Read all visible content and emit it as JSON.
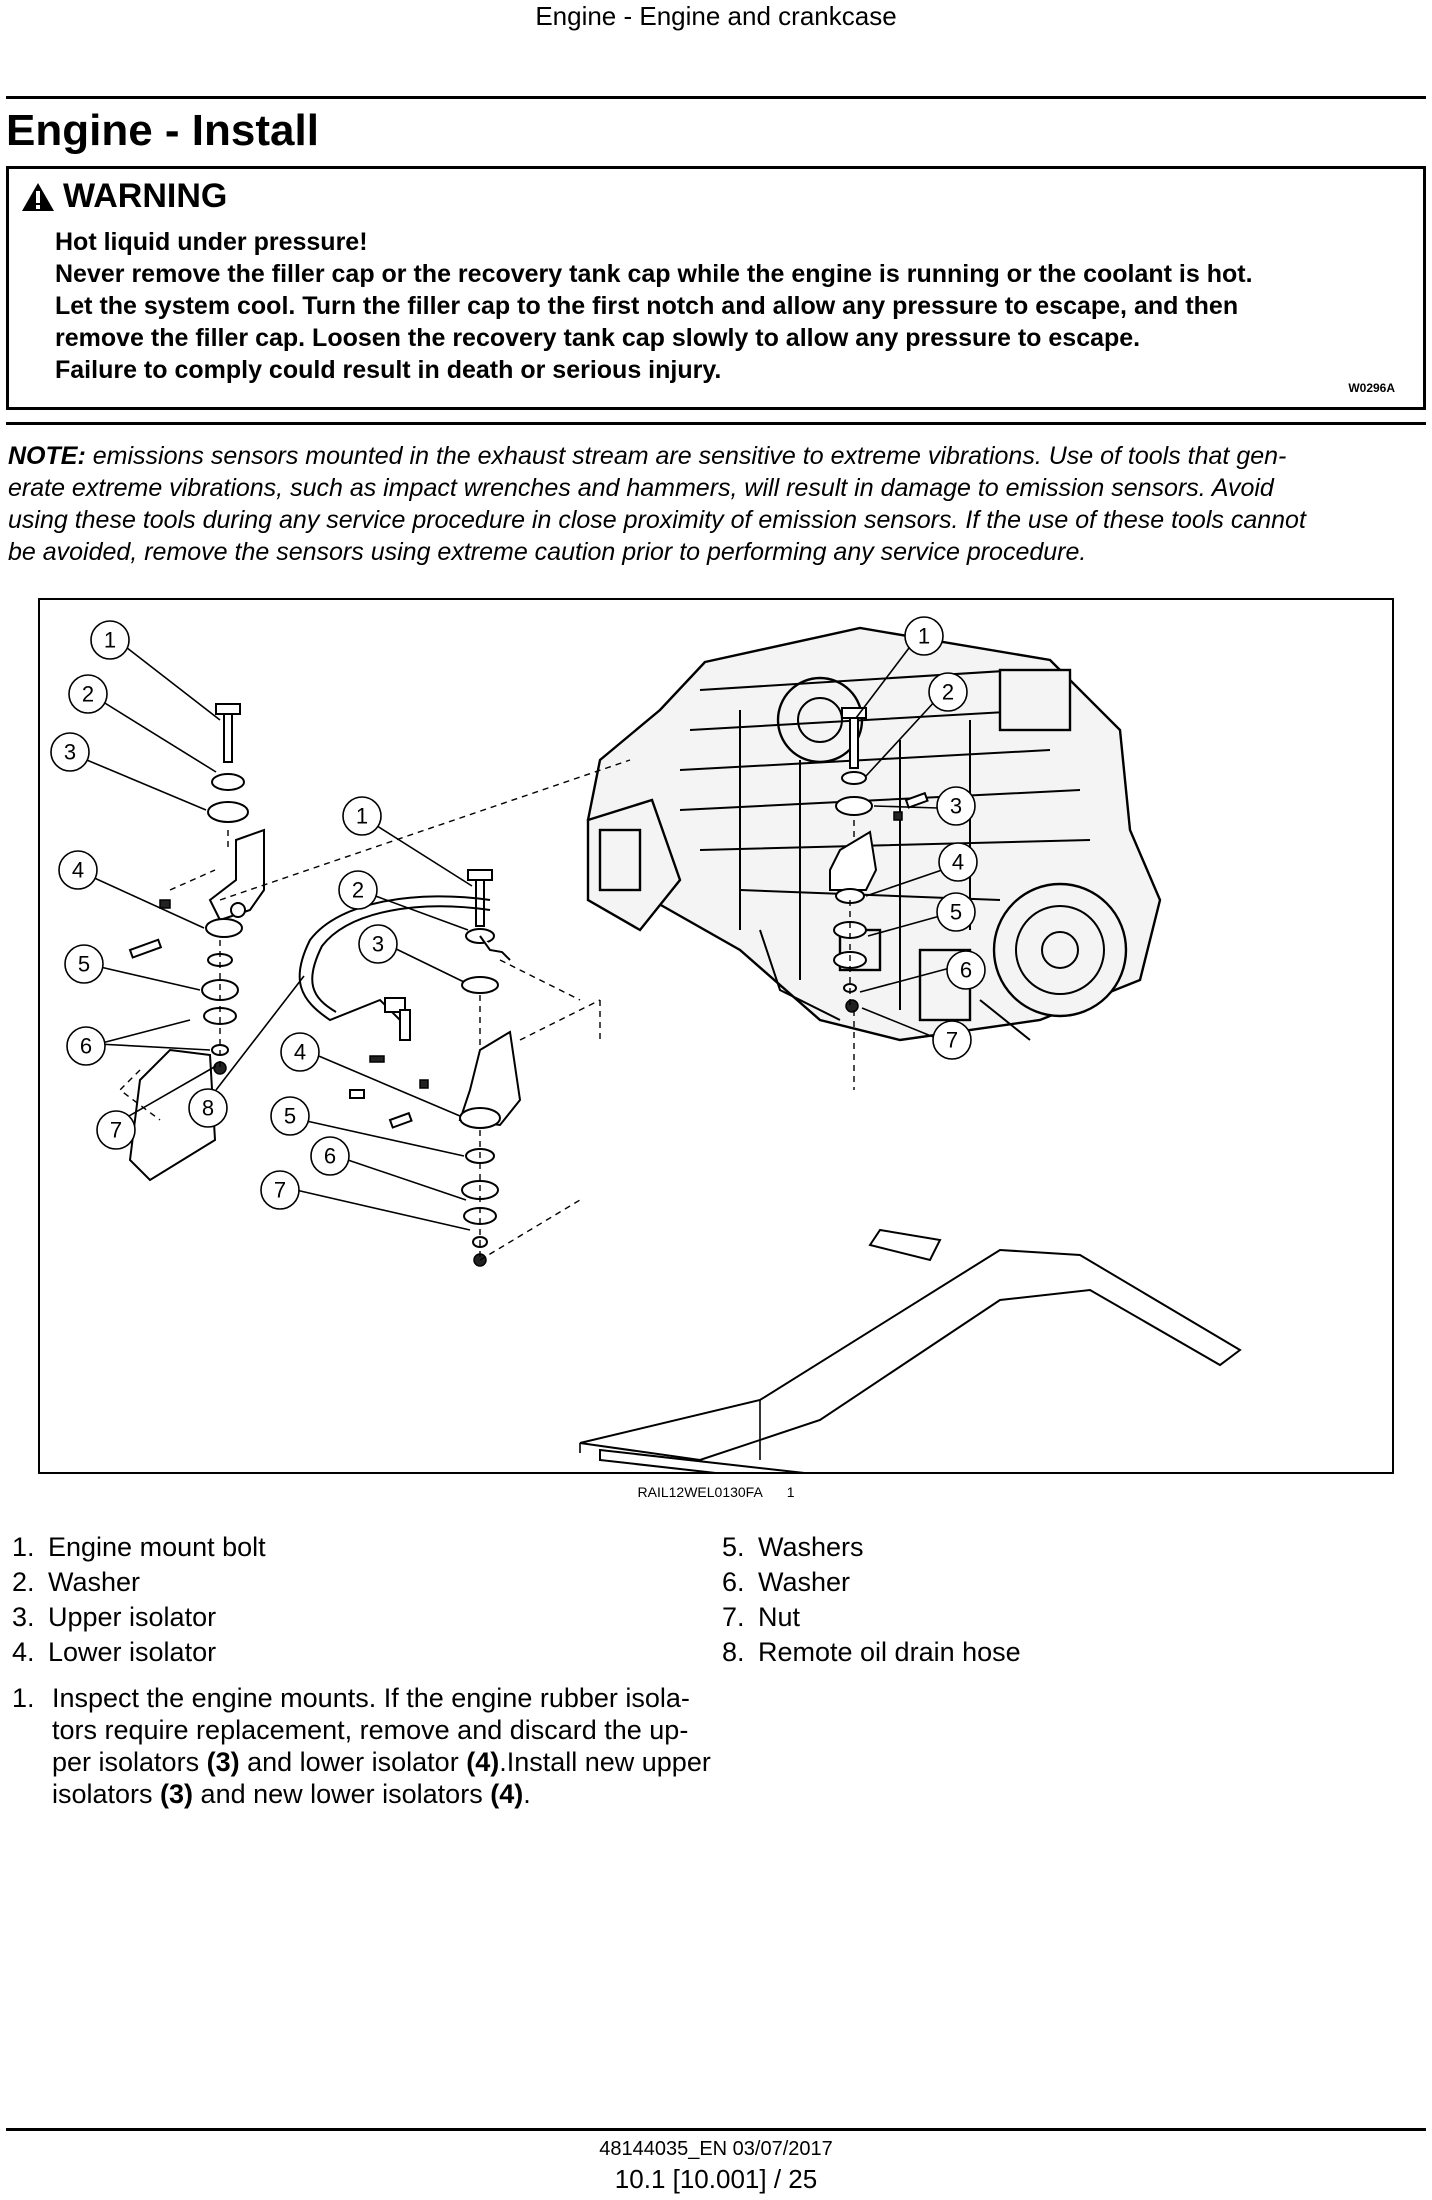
{
  "header": {
    "running_title": "Engine - Engine and crankcase",
    "page_title": "Engine - Install"
  },
  "warning": {
    "heading": "WARNING",
    "lines": [
      "Hot liquid under pressure!",
      "Never remove the filler cap or the recovery tank cap while the engine is running or the coolant is hot.",
      "Let the system cool. Turn the filler cap to the first notch and allow any pressure to escape, and then",
      "remove the filler cap. Loosen the recovery tank cap slowly to allow any pressure to escape.",
      "Failure to comply could result in death or serious injury."
    ],
    "code": "W0296A"
  },
  "note": {
    "label": "NOTE:",
    "lines": [
      " emissions sensors mounted in the exhaust stream are sensitive to extreme vibrations. Use of tools that gen-",
      "erate extreme vibrations, such as impact wrenches and hammers, will result in damage to emission sensors. Avoid",
      "using these tools during any service procedure in close proximity of emission sensors. If the use of these tools cannot",
      "be avoided, remove the sensors using extreme caution prior to performing any service procedure."
    ]
  },
  "figure": {
    "callouts_left": [
      "1",
      "2",
      "3",
      "4",
      "5",
      "6",
      "7",
      "8"
    ],
    "callouts_center": [
      "1",
      "2",
      "3",
      "4",
      "5",
      "6",
      "7"
    ],
    "callouts_right": [
      "1",
      "2",
      "3",
      "4",
      "5",
      "6",
      "7"
    ],
    "image_id": "RAIL12WEL0130FA",
    "figure_number": "1"
  },
  "legend": {
    "left": [
      {
        "num": "1.",
        "label": "Engine mount bolt"
      },
      {
        "num": "2.",
        "label": "Washer"
      },
      {
        "num": "3.",
        "label": "Upper isolator"
      },
      {
        "num": "4.",
        "label": "Lower isolator"
      }
    ],
    "right": [
      {
        "num": "5.",
        "label": "Washers"
      },
      {
        "num": "6.",
        "label": "Washer"
      },
      {
        "num": "7.",
        "label": "Nut"
      },
      {
        "num": "8.",
        "label": "Remote oil drain hose"
      }
    ]
  },
  "step": {
    "number": "1.",
    "line1": "Inspect the engine mounts. If the engine rubber isola-",
    "line2": "tors require replacement, remove and discard the up-",
    "line3a": "per isolators ",
    "ref_a": "(3)",
    "line3b": " and lower isolator ",
    "ref_b": "(4)",
    "line3c": ".Install new upper",
    "line4a": "isolators ",
    "ref_c": "(3)",
    "line4b": " and new lower isolators ",
    "ref_d": "(4)",
    "line4c": "."
  },
  "footer": {
    "doc_ref": "48144035_EN 03/07/2017",
    "page_ref": "10.1 [10.001] / 25"
  }
}
